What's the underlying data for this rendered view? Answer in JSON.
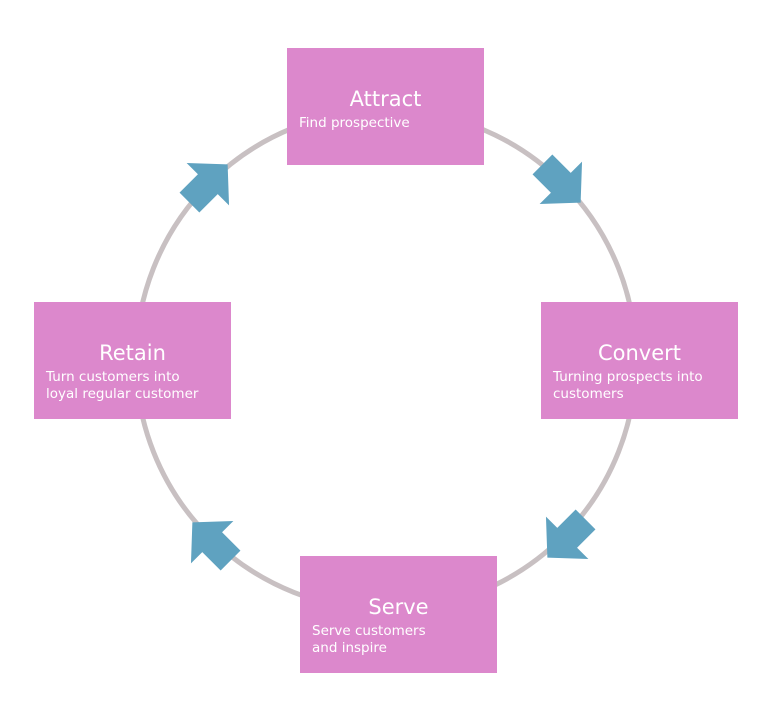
{
  "stages": {
    "attract": {
      "title": "Attract",
      "description": "Find prospective"
    },
    "convert": {
      "title": "Convert",
      "description": "Turning prospects into\ncustomers"
    },
    "serve": {
      "title": "Serve",
      "description": "Serve customers\nand inspire"
    },
    "retain": {
      "title": "Retain",
      "description": "Turn customers into\nloyal regular customer"
    }
  },
  "colors": {
    "box_fill": "#dc88cc",
    "text": "#ffffff",
    "ring": "#c8c0c2",
    "arrow": "#5fa2c0"
  }
}
